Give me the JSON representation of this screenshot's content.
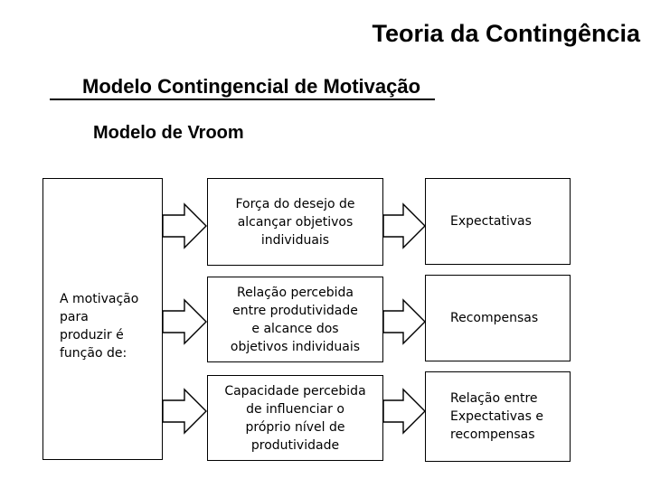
{
  "slide": {
    "title": "Teoria da Contingência",
    "heading": "Modelo Contingencial de Motivação",
    "subheading": "Modelo de Vroom"
  },
  "diagram": {
    "left_box": {
      "text": "A motivação\npara\nproduzir é\nfunção de:"
    },
    "middle_boxes": [
      {
        "text": "Força do desejo de\nalcançar objetivos\nindividuais"
      },
      {
        "text": "Relação percebida\nentre produtividade\ne alcance dos\nobjetivos individuais"
      },
      {
        "text": "Capacidade percebida\nde influenciar o\npróprio nível de\nprodutividade"
      }
    ],
    "right_boxes": [
      {
        "text": "Expectativas"
      },
      {
        "text": "Recompensas"
      },
      {
        "text": "Relação entre\nExpectativas e\nrecompensas"
      }
    ],
    "colors": {
      "background": "#ffffff",
      "box_fill": "#ffffff",
      "box_border": "#000000",
      "text": "#000000"
    }
  }
}
